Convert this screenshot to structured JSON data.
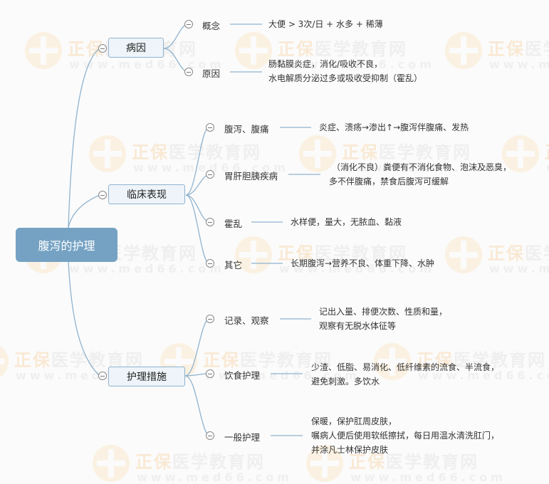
{
  "root": {
    "label": "腹泻的护理"
  },
  "watermark": {
    "brand": "正保",
    "name": "医学教育网",
    "url": "www.med66.com"
  },
  "branches": [
    {
      "label": "病因",
      "children": [
        {
          "label": "概念",
          "desc": [
            "大便 > 3次/日 + 水多 + 稀薄"
          ]
        },
        {
          "label": "原因",
          "desc": [
            "肠黏膜炎症，消化/吸收不良，",
            "水电解质分泌过多或吸收受抑制（霍乱）"
          ]
        }
      ]
    },
    {
      "label": "临床表现",
      "children": [
        {
          "label": "腹泻、腹痛",
          "desc": [
            "炎症、溃疡→渗出↑→腹泻伴腹痛、发热"
          ]
        },
        {
          "label": "胃肝胆胰疾病",
          "desc": [
            "（消化不良）粪便有不消化食物、泡沫及恶臭，",
            "多不伴腹痛，禁食后腹泻可缓解"
          ]
        },
        {
          "label": "霍乱",
          "desc": [
            "水样便，量大，无脓血、黏液"
          ]
        },
        {
          "label": "其它",
          "desc": [
            "长期腹泻→营养不良、体重下降、水肿"
          ]
        }
      ]
    },
    {
      "label": "护理措施",
      "children": [
        {
          "label": "记录、观察",
          "desc": [
            "记出入量、排便次数、性质和量，",
            "观察有无脱水体征等"
          ]
        },
        {
          "label": "饮食护理",
          "desc": [
            "少渣、低脂、易消化、低纤维素的流食、半流食，",
            "避免刺激。多饮水"
          ]
        },
        {
          "label": "一般护理",
          "desc": [
            "保暖，保护肛周皮肤，",
            "嘱病人便后使用软纸擦拭，每日用温水清洗肛门，",
            "并涂凡士林保护皮肤"
          ]
        }
      ]
    }
  ],
  "colors": {
    "root": "#75a2c3",
    "branch_fill": "#eef4f9",
    "branch_border": "#8fb3cf",
    "line": "#8fb3cf",
    "background": "#fbfbfb"
  }
}
